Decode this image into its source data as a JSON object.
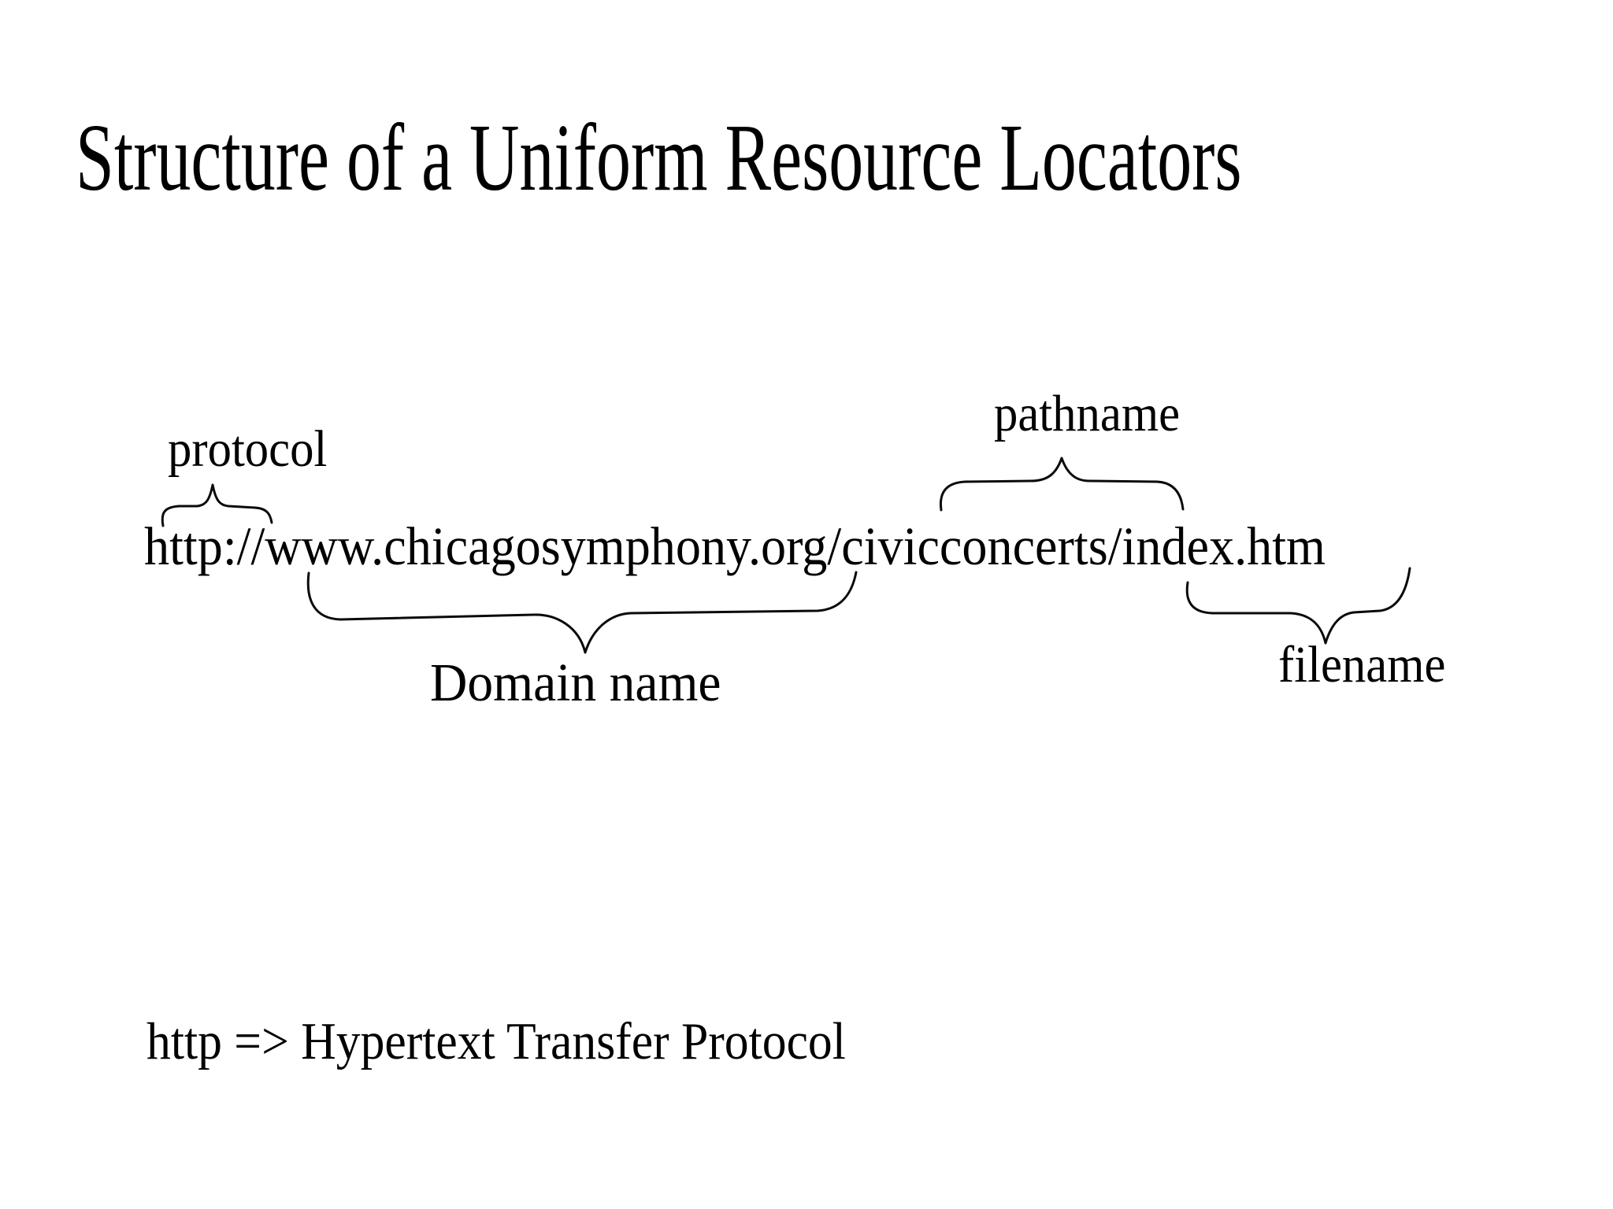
{
  "slide": {
    "title": "Structure of a Uniform Resource Locators",
    "url": "http://www.chicagosymphony.org/civicconcerts/index.htm",
    "labels": {
      "protocol": "protocol",
      "pathname": "pathname",
      "domain": "Domain name",
      "filename": "filename"
    },
    "note": "http => Hypertext Transfer Protocol",
    "colors": {
      "background": "#ffffff",
      "text": "#000000"
    }
  }
}
